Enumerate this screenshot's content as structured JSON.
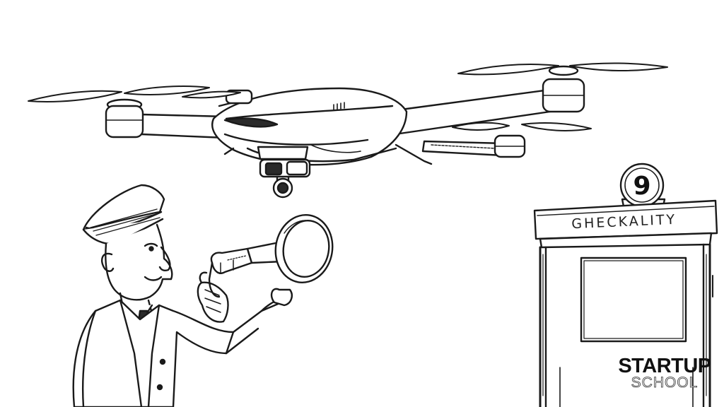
{
  "booth": {
    "sign_text": "GHECKALITY",
    "number": "9"
  },
  "brand": {
    "line1": "STARTUP",
    "line2": "SCHOOL"
  },
  "colors": {
    "ink": "#1a1a1a",
    "background": "#ffffff"
  }
}
